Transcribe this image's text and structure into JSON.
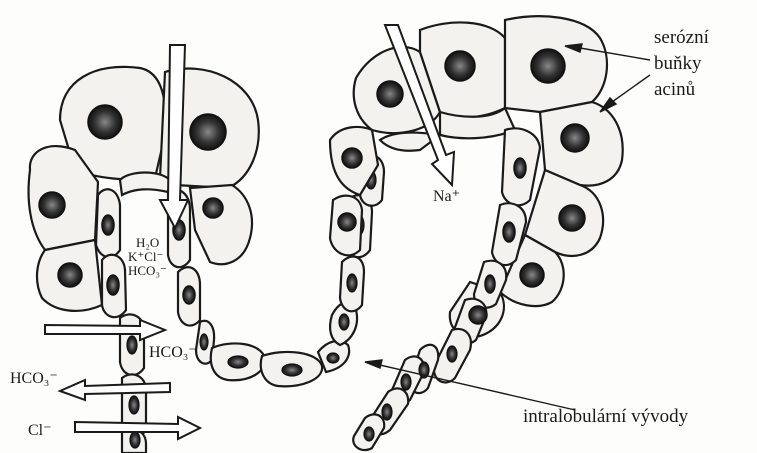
{
  "labels": {
    "serous_line1": "serózní",
    "serous_line2": "buňky",
    "serous_line3": "acinů",
    "ducts": "intralobulární vývody",
    "na": "Na⁺",
    "h2o": "H₂O",
    "kcl": "K⁺Cl⁻",
    "hco3_inner": "HCO₃⁻",
    "hco3_mid": "HCO₃⁻",
    "hco3_left": "HCO₃⁻",
    "cl_left": "Cl⁻"
  },
  "colors": {
    "ink": "#1a1a1a",
    "cell_fill": "#f3f2ee",
    "nucleus": "#3a3a3a",
    "background": "#fdfdfb"
  }
}
